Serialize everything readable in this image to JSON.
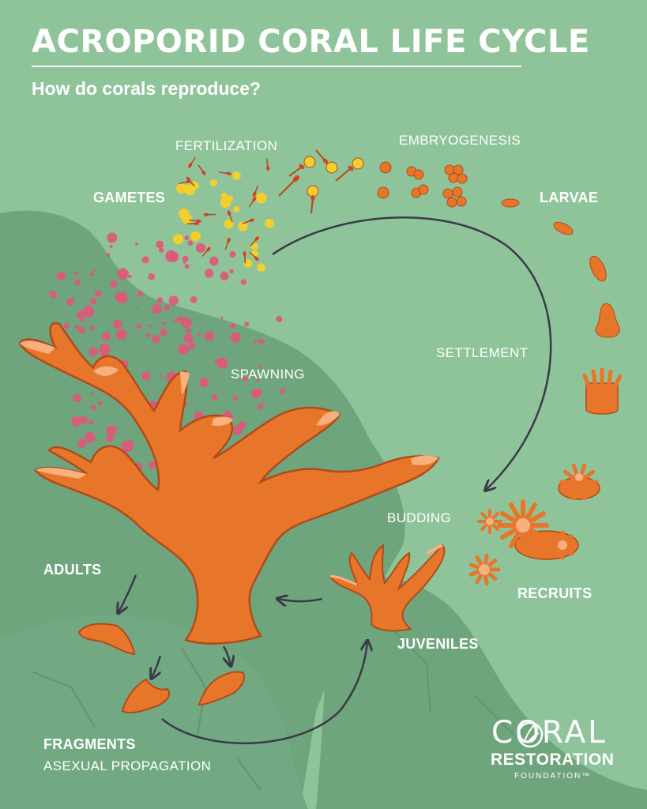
{
  "title": "ACROPORID CORAL LIFE CYCLE",
  "subtitle": "How do corals reproduce?",
  "stages": {
    "gametes": "GAMETES",
    "fertilization": "FERTILIZATION",
    "embryogenesis": "EMBRYOGENESIS",
    "larvae": "LARVAE",
    "settlement": "SETTLEMENT",
    "spawning": "SPAWNING",
    "budding": "BUDDING",
    "recruits": "RECRUITS",
    "adults": "ADULTS",
    "juveniles": "JUVENILES",
    "fragments": "FRAGMENTS",
    "asexual_propagation": "ASEXUAL PROPAGATION"
  },
  "logo": {
    "line1": "CORAL",
    "line2": "RESTORATION",
    "line3": "FOUNDATION™"
  },
  "colors": {
    "background": "#8fc49a",
    "rock": "#6fa57d",
    "coral": "#e8762a",
    "coral_outline": "#b04a1b",
    "coral_highlight": "#f8b07f",
    "egg_bundle": "#e0567a",
    "egg_yolk": "#f2cf2c",
    "arrow": "#3a3a48",
    "text": "#ffffff"
  }
}
